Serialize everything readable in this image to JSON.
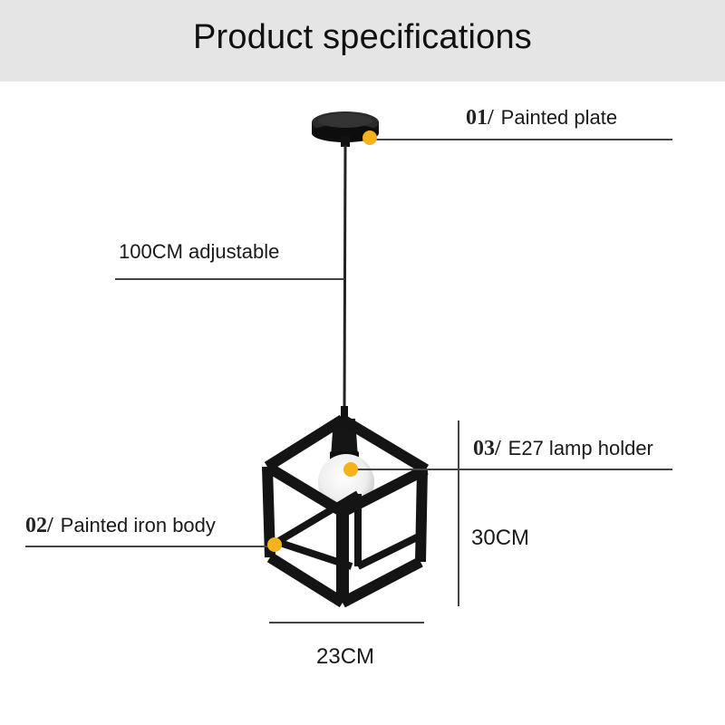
{
  "header": {
    "title": "Product specifications"
  },
  "callouts": {
    "plate": {
      "number": "01/",
      "label": "Painted plate"
    },
    "body": {
      "number": "02/",
      "label": "Painted iron body"
    },
    "holder": {
      "number": "03/",
      "label": "E27 lamp holder"
    },
    "cable": {
      "label": "100CM adjustable"
    }
  },
  "dimensions": {
    "height": "30CM",
    "width": "23CM"
  },
  "colors": {
    "header_bg": "#e5e5e5",
    "marker": "#f5b21b",
    "lamp": "#141414"
  }
}
